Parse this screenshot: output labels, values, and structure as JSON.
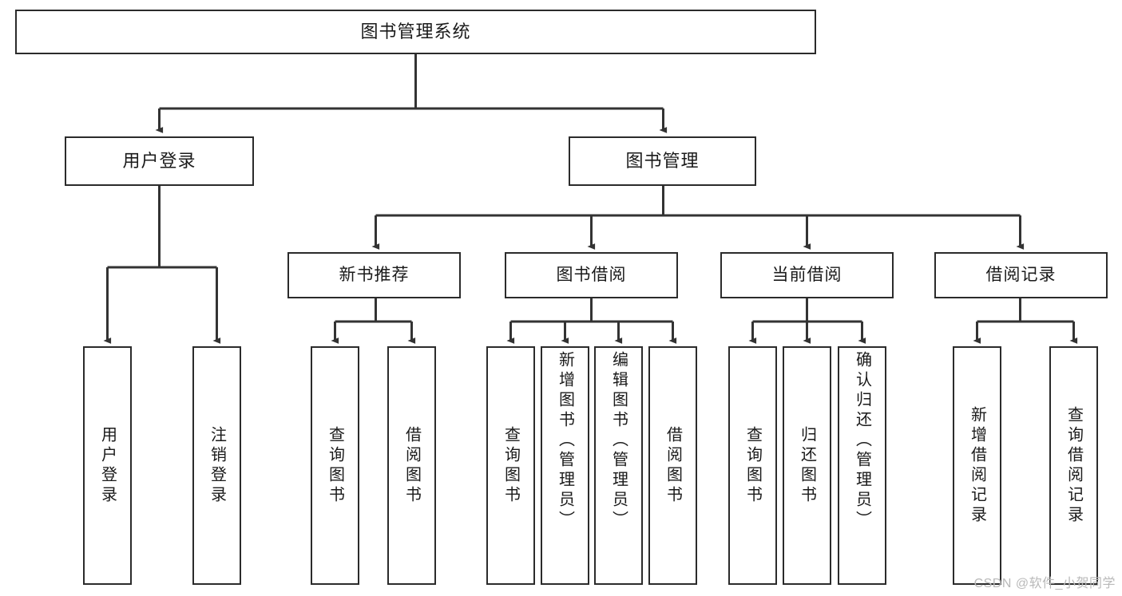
{
  "diagram": {
    "title": "图书管理系统",
    "type": "functional-hierarchy-tree",
    "colors": {
      "background": "#ffffff",
      "box_border": "#2b2b2b",
      "box_fill": "#ffffff",
      "text": "#1a1a1a",
      "connector": "#333333",
      "watermark": "#b9b9b9"
    },
    "root": {
      "label": "图书管理系统"
    },
    "level1": [
      {
        "label": "用户登录"
      },
      {
        "label": "图书管理"
      }
    ],
    "level2": [
      {
        "label": "新书推荐"
      },
      {
        "label": "图书借阅"
      },
      {
        "label": "当前借阅"
      },
      {
        "label": "借阅记录"
      }
    ],
    "leaves": {
      "user_login": [
        {
          "label": "用户登录"
        },
        {
          "label": "注销登录"
        }
      ],
      "new_book_recommend": [
        {
          "label": "查询图书"
        },
        {
          "label": "借阅图书"
        }
      ],
      "book_borrow": [
        {
          "label": "查询图书"
        },
        {
          "label": "新增图书（管理员）"
        },
        {
          "label": "编辑图书（管理员）"
        },
        {
          "label": "借阅图书"
        }
      ],
      "current_borrow": [
        {
          "label": "查询图书"
        },
        {
          "label": "归还图书"
        },
        {
          "label": "确认归还（管理员）"
        }
      ],
      "borrow_record": [
        {
          "label": "新增借阅记录"
        },
        {
          "label": "查询借阅记录"
        }
      ]
    }
  },
  "watermark": {
    "text": "CSDN @软件_小贺同学"
  }
}
